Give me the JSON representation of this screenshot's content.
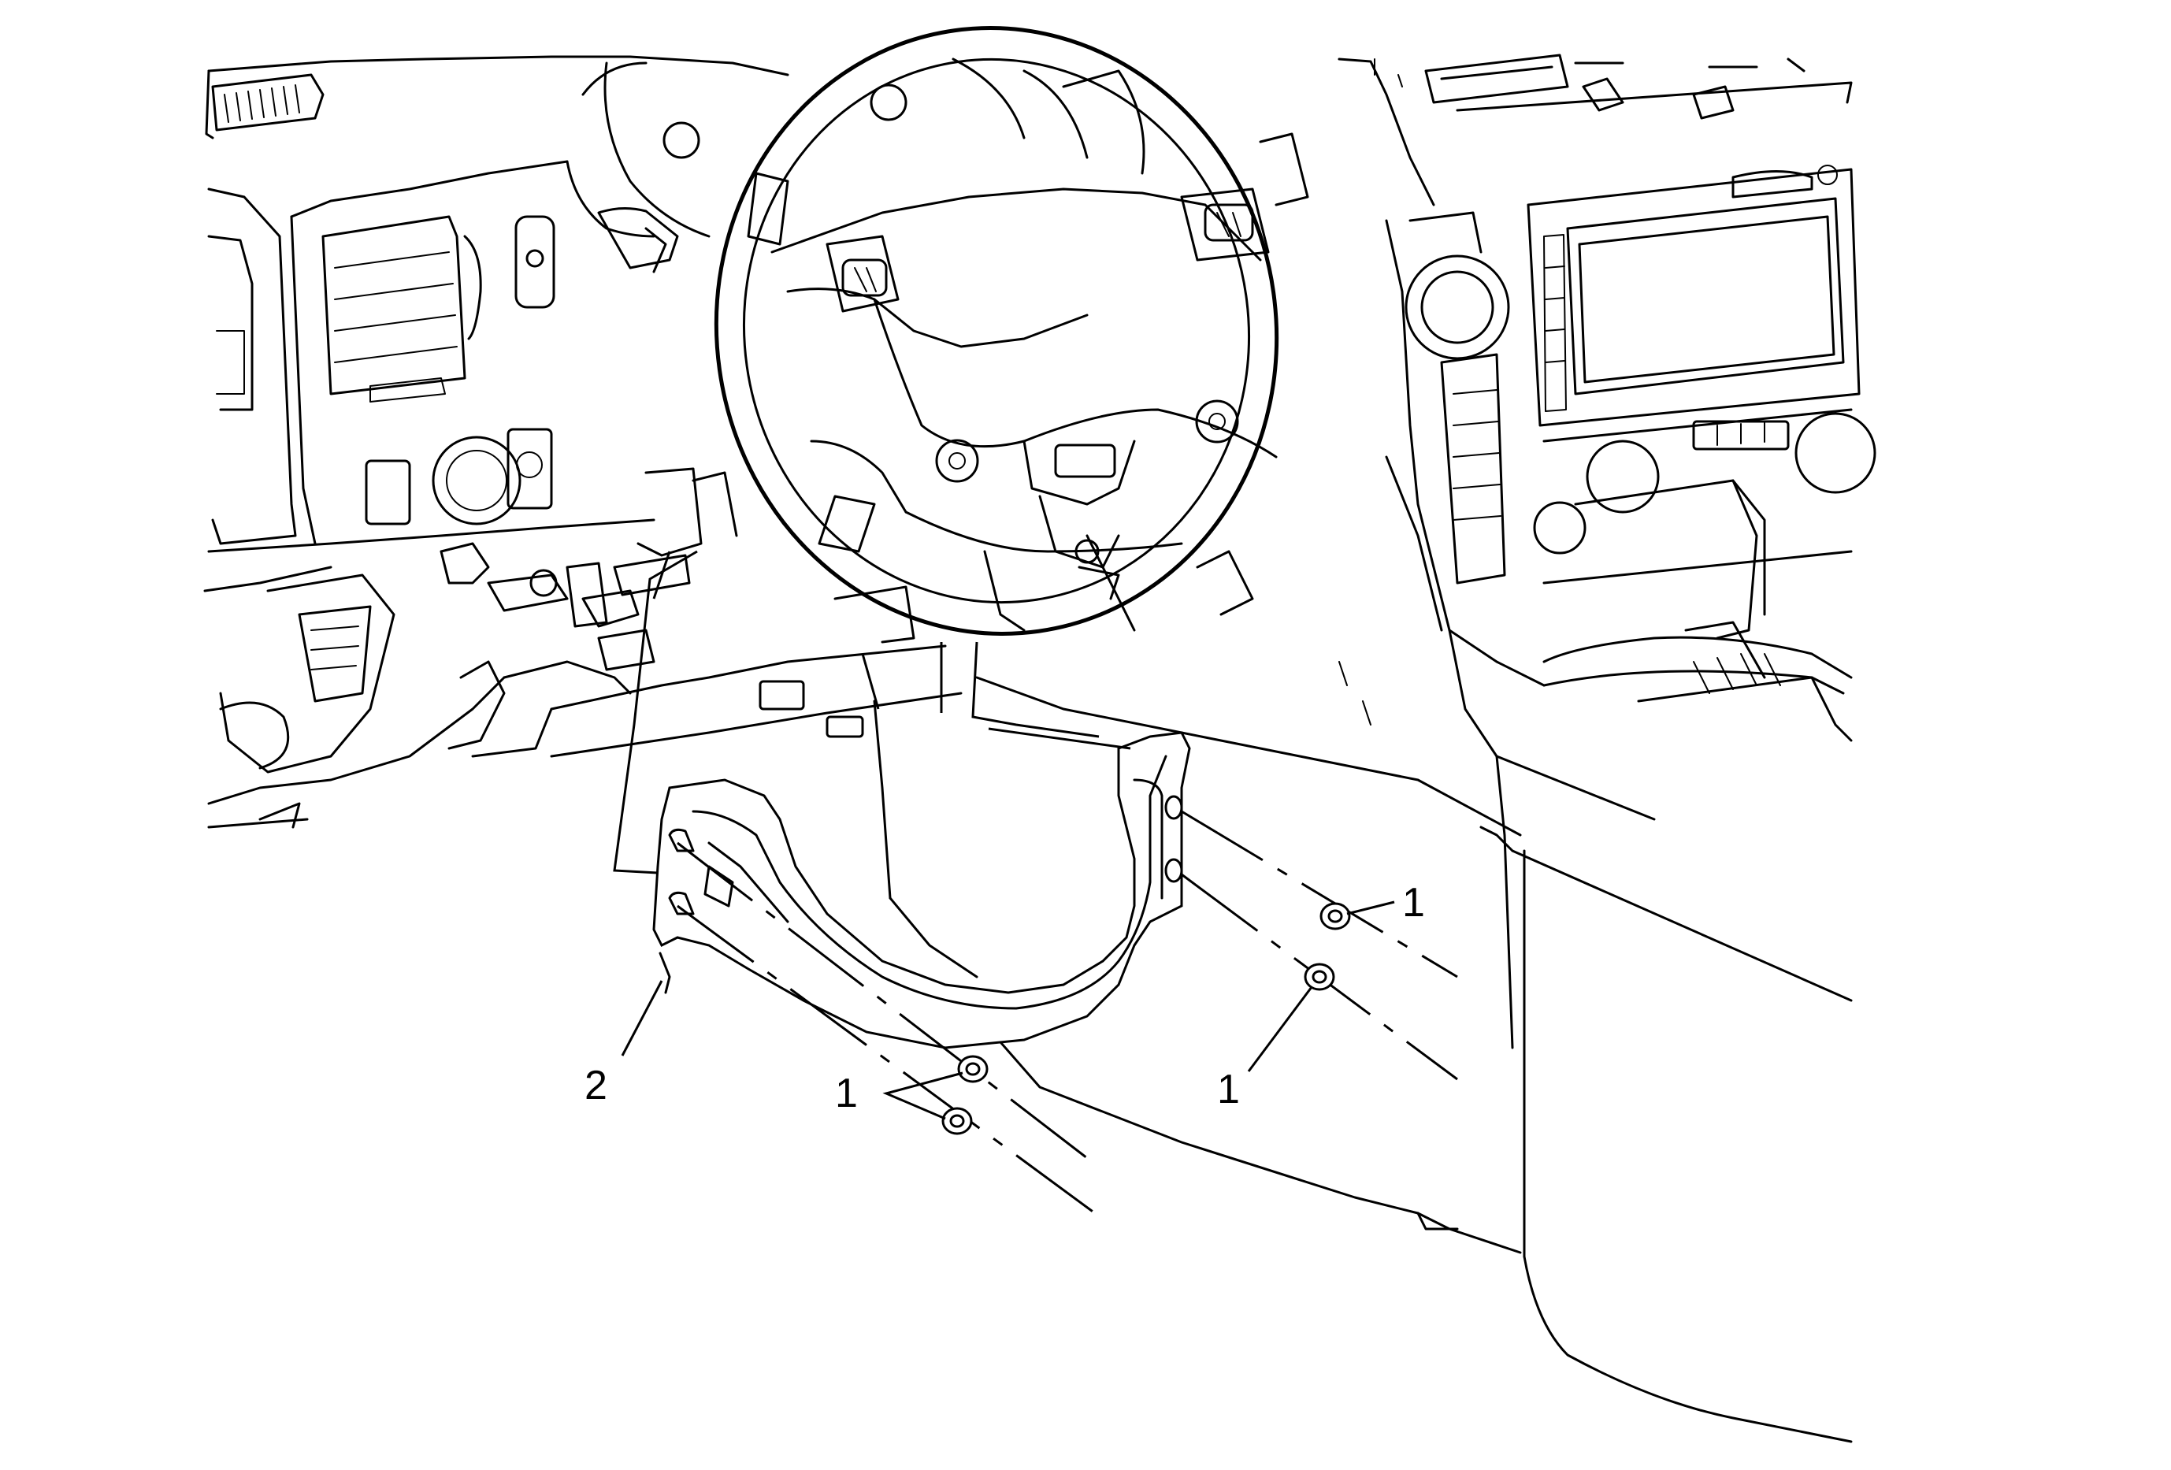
{
  "callouts": {
    "fastener_upper_right": "1",
    "fastener_lower_right": "1",
    "fastener_lower_left": "1",
    "bracket": "2"
  }
}
